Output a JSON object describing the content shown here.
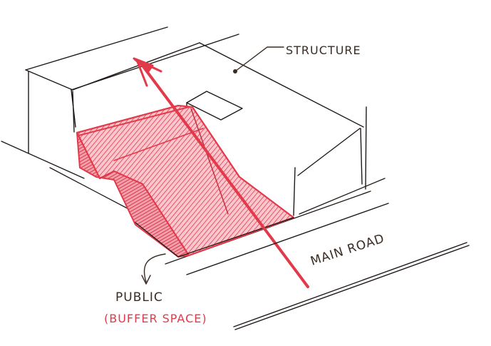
{
  "labels": {
    "structure": "STRUCTURE",
    "main_road": "MAIN ROAD",
    "public": "PUBLIC",
    "buffer_space": "(BUFFER SPACE)"
  },
  "colors": {
    "ink": "#1f1a17",
    "label_ink": "#3a2c24",
    "accent_red": "#e23a4a",
    "hatch_red": "#ec4c5c",
    "fill_red": "#f7b4bc"
  }
}
